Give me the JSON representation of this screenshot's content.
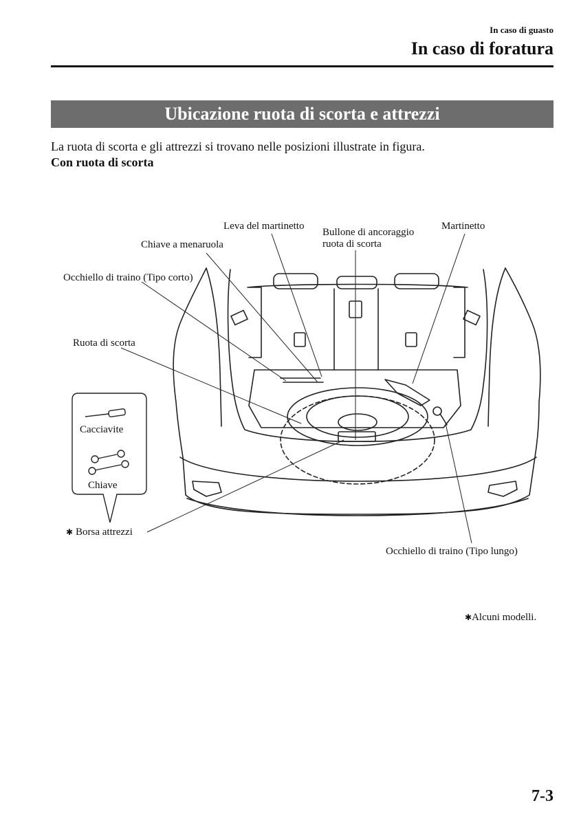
{
  "header": {
    "chapter": "In caso di guasto",
    "title": "In caso di foratura"
  },
  "section": {
    "title": "Ubicazione ruota di scorta e attrezzi",
    "intro": "La ruota di scorta e gli attrezzi si trovano nelle posizioni illustrate in figura.",
    "subheading": "Con ruota di scorta"
  },
  "diagram": {
    "labels": {
      "jack_lever": "Leva del martinetto",
      "lug_wrench": "Chiave a menaruola",
      "tow_eye_short": "Occhiello di traino (Tipo corto)",
      "spare_bolt_line1": "Bullone di ancoraggio",
      "spare_bolt_line2": "ruota di scorta",
      "jack": "Martinetto",
      "spare_tire": "Ruota di scorta",
      "tool_bag_mark": "✱",
      "tool_bag": "Borsa attrezzi",
      "tow_eye_long": "Occhiello di traino (Tipo lungo)"
    },
    "toolbag": {
      "screwdriver": "Cacciavite",
      "wrench": "Chiave"
    }
  },
  "footnote": {
    "mark": "✱",
    "text": "Alcuni modelli."
  },
  "page_number": "7-3"
}
